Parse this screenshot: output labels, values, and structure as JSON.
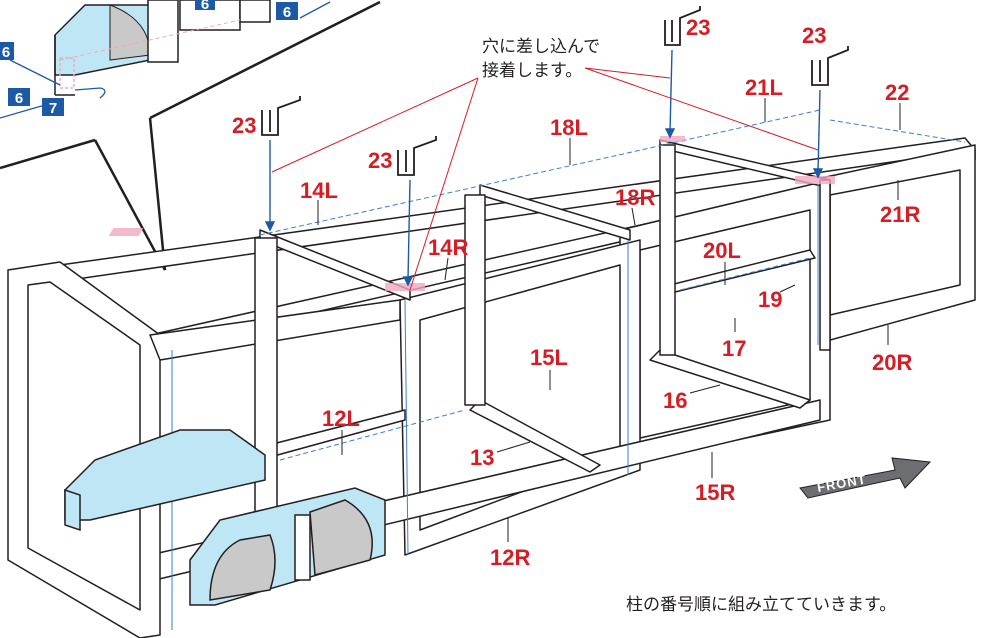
{
  "parts": {
    "p23a": "23",
    "p23b": "23",
    "p23c": "23",
    "p23d": "23",
    "p14L": "14L",
    "p14R": "14R",
    "p18L": "18L",
    "p18R": "18R",
    "p21L": "21L",
    "p21R": "21R",
    "p22": "22",
    "p20L": "20L",
    "p20R": "20R",
    "p19": "19",
    "p17": "17",
    "p16": "16",
    "p15L": "15L",
    "p15R": "15R",
    "p13": "13",
    "p12L": "12L",
    "p12R": "12R"
  },
  "inset_parts": {
    "b6a": "6",
    "b6b": "6",
    "b6c": "6",
    "b6d": "6",
    "b7": "7"
  },
  "notes": {
    "insert_line1": "穴に差し込んで",
    "insert_line2": "接着します。",
    "assembly_order": "柱の番号順に組み立てていきます。"
  },
  "front_label": "FRONT",
  "colors": {
    "part_number": "#d81c23",
    "badge": "#1c5aa5",
    "guide_line": "#d81c23",
    "insert_arrow": "#1c5aa5",
    "glue_mark": "#f4a6c0",
    "hidden_edge": "#3a7fd5",
    "seat_fill": "#bfe6f5",
    "seat_side": "#c9c9c9"
  }
}
